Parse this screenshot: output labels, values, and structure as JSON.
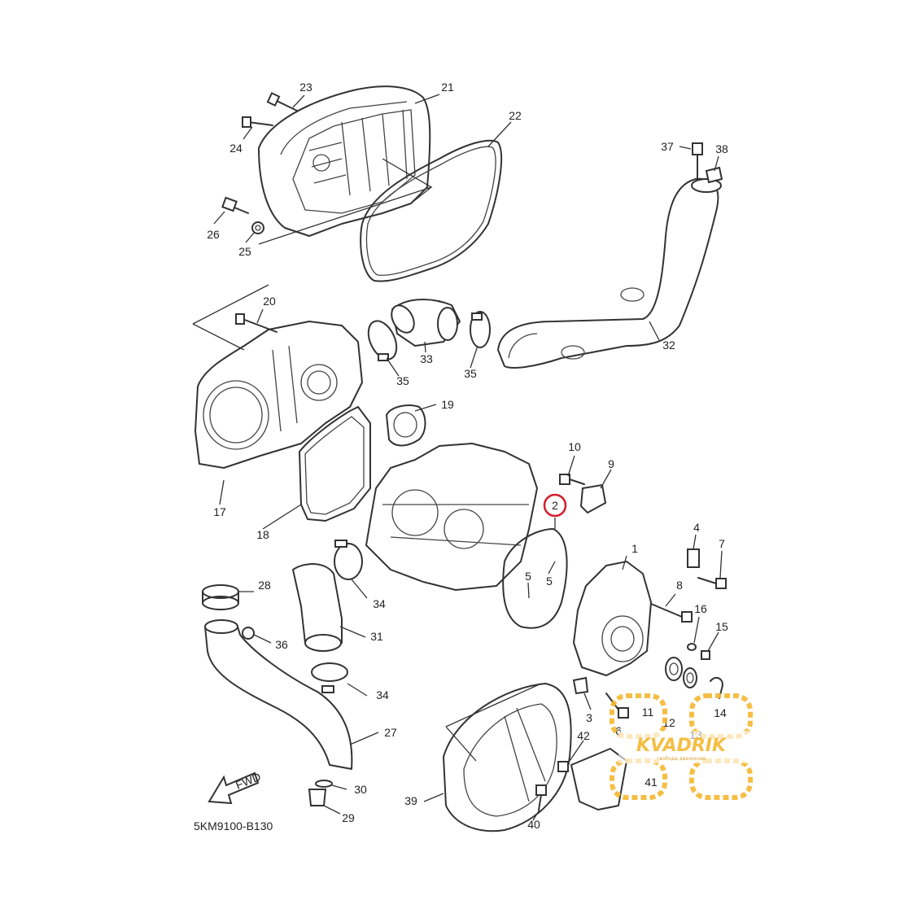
{
  "diagram": {
    "catalog_code": "5KM9100-B130",
    "fwd_label": "FWD",
    "highlighted_callout": "2",
    "highlight_color": "#d21e2b",
    "callouts": [
      {
        "id": "c23",
        "label": "23"
      },
      {
        "id": "c21",
        "label": "21"
      },
      {
        "id": "c22",
        "label": "22"
      },
      {
        "id": "c24",
        "label": "24"
      },
      {
        "id": "c26",
        "label": "26"
      },
      {
        "id": "c25",
        "label": "25"
      },
      {
        "id": "c37",
        "label": "37"
      },
      {
        "id": "c38",
        "label": "38"
      },
      {
        "id": "c20",
        "label": "20"
      },
      {
        "id": "c33",
        "label": "33"
      },
      {
        "id": "c35a",
        "label": "35"
      },
      {
        "id": "c35b",
        "label": "35"
      },
      {
        "id": "c32",
        "label": "32"
      },
      {
        "id": "c19",
        "label": "19"
      },
      {
        "id": "c17",
        "label": "17"
      },
      {
        "id": "c18",
        "label": "18"
      },
      {
        "id": "c10",
        "label": "10"
      },
      {
        "id": "c9",
        "label": "9"
      },
      {
        "id": "c2",
        "label": "2"
      },
      {
        "id": "c1",
        "label": "1"
      },
      {
        "id": "c4",
        "label": "4"
      },
      {
        "id": "c7",
        "label": "7"
      },
      {
        "id": "c5a",
        "label": "5"
      },
      {
        "id": "c5b",
        "label": "5"
      },
      {
        "id": "c8",
        "label": "8"
      },
      {
        "id": "c16",
        "label": "16"
      },
      {
        "id": "c15",
        "label": "15"
      },
      {
        "id": "c28",
        "label": "28"
      },
      {
        "id": "c34a",
        "label": "34"
      },
      {
        "id": "c36",
        "label": "36"
      },
      {
        "id": "c31",
        "label": "31"
      },
      {
        "id": "c34b",
        "label": "34"
      },
      {
        "id": "c27",
        "label": "27"
      },
      {
        "id": "c30",
        "label": "30"
      },
      {
        "id": "c29",
        "label": "29"
      },
      {
        "id": "c3",
        "label": "3"
      },
      {
        "id": "c6",
        "label": "6"
      },
      {
        "id": "c12",
        "label": "12"
      },
      {
        "id": "c13",
        "label": "13"
      },
      {
        "id": "c14",
        "label": "14"
      },
      {
        "id": "c42",
        "label": "42"
      },
      {
        "id": "c11",
        "label": "11"
      },
      {
        "id": "c39",
        "label": "39"
      },
      {
        "id": "c40",
        "label": "40"
      },
      {
        "id": "c41",
        "label": "41"
      }
    ]
  },
  "watermark": {
    "brand": "KVADRIK",
    "tagline": "свобода движения",
    "color": "#f5b830"
  }
}
